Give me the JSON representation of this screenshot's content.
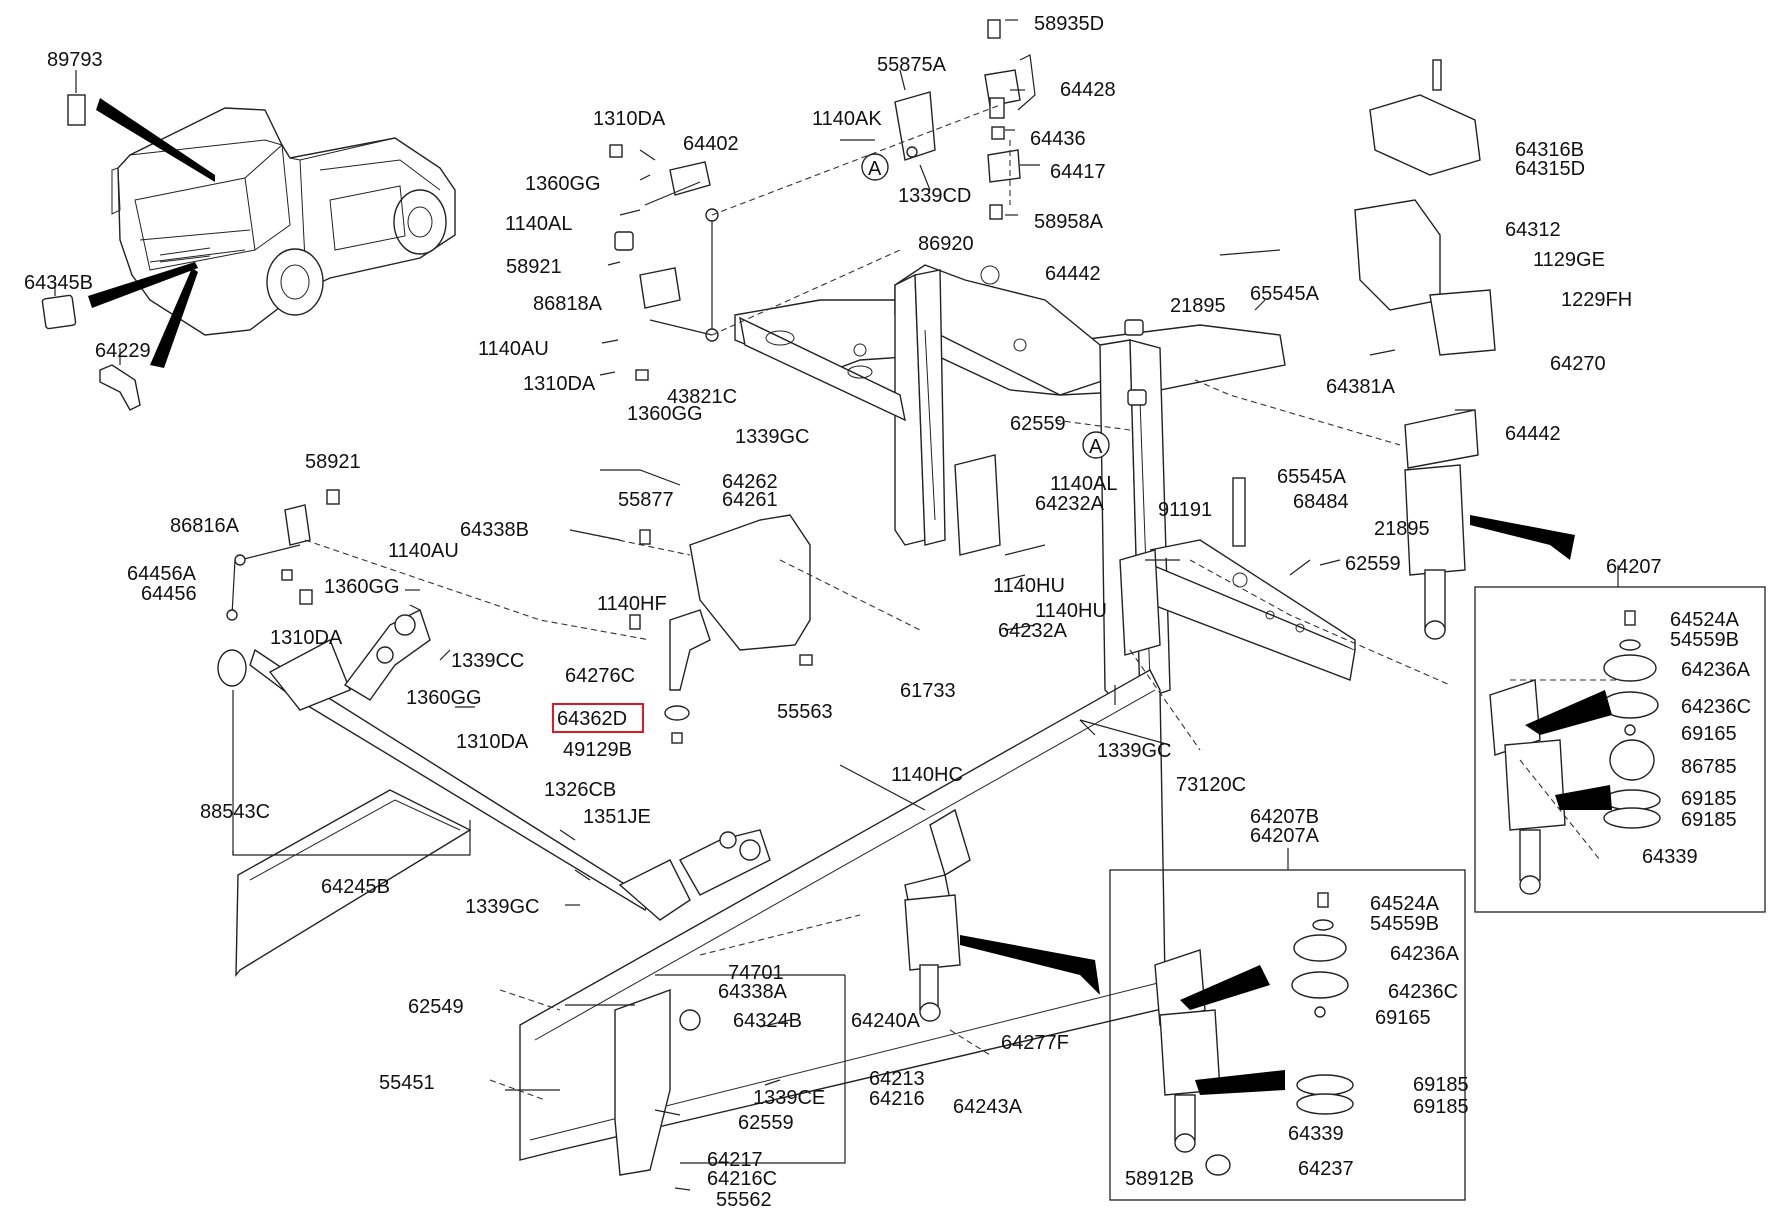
{
  "diagram": {
    "highlighted_part": "64362D",
    "highlight_color": "#e0191e",
    "line_color": "#222222",
    "callouts": {
      "A": "A"
    },
    "labels": [
      "89793",
      "64345B",
      "64229",
      "1310DA",
      "64402",
      "1360GG",
      "1140AL",
      "58921",
      "86818A",
      "1140AU",
      "1310DA",
      "43821C",
      "1360GG",
      "55875A",
      "1140AK",
      "1339CD",
      "58935D",
      "64428",
      "64436",
      "64417",
      "58958A",
      "86920",
      "64442",
      "21895",
      "65545A",
      "64381A",
      "65545A",
      "64316B",
      "64315D",
      "64312",
      "1129GE",
      "1229FH",
      "64270",
      "64442",
      "1339GC",
      "62559",
      "64232A",
      "1140AL",
      "91191",
      "21895",
      "68484",
      "62559",
      "1140HU",
      "1140HU",
      "64232A",
      "61733",
      "58921",
      "86816A",
      "1140AU",
      "64456A",
      "64456",
      "1360GG",
      "1310DA",
      "1339CC",
      "1360GG",
      "1310DA",
      "64338B",
      "55877",
      "64262",
      "64261",
      "1140HF",
      "64276C",
      "55563",
      "64362D",
      "49129B",
      "88543C",
      "64245B",
      "1326CB",
      "1351JE",
      "1339GC",
      "1339GC",
      "73120C",
      "1140HC",
      "64207",
      "64524A",
      "54559B",
      "64236A",
      "64236C",
      "69165",
      "86785",
      "69185",
      "69185",
      "64339",
      "64207B",
      "64207A",
      "74701",
      "64338A",
      "62549",
      "64324B",
      "64240A",
      "64213",
      "64216",
      "1339CE",
      "55451",
      "62559",
      "64217",
      "64216C",
      "55562",
      "64277F",
      "64243A",
      "64524A",
      "54559B",
      "64236A",
      "64236C",
      "69165",
      "69185",
      "69185",
      "64339",
      "64237",
      "58912B"
    ]
  }
}
